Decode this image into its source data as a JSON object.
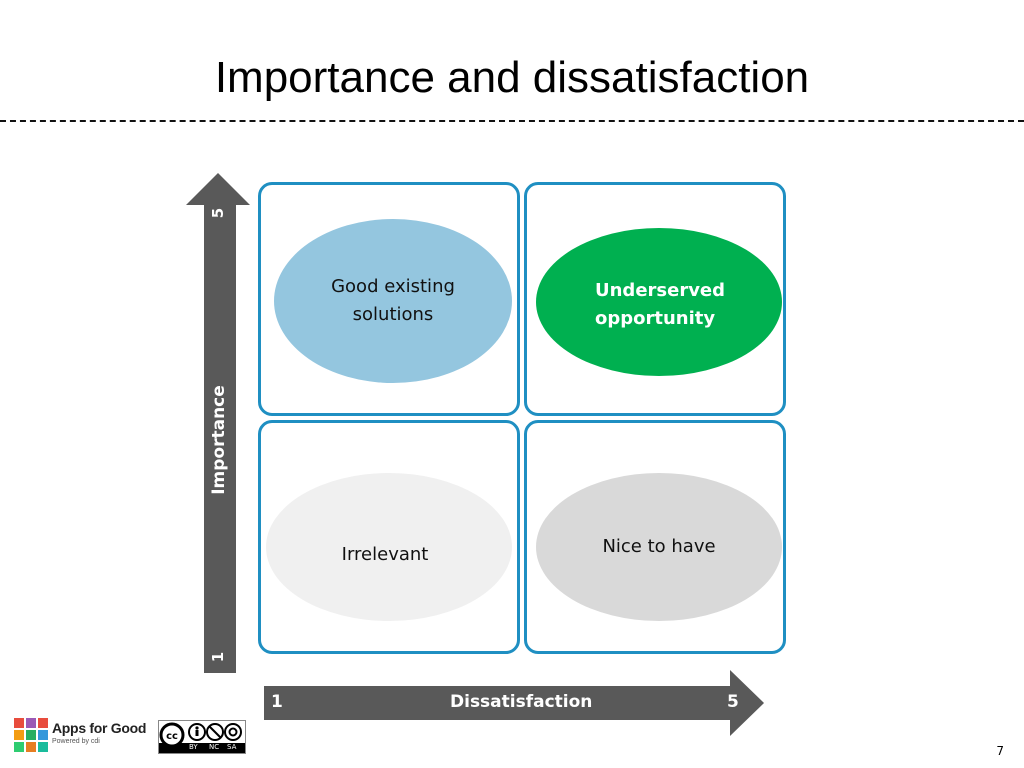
{
  "slide": {
    "title": "Importance and dissatisfaction",
    "page_number": "7"
  },
  "y_axis": {
    "label": "Importance",
    "max": "5",
    "min": "1"
  },
  "x_axis": {
    "label": "Dissatisfaction",
    "min": "1",
    "max": "5"
  },
  "quadrants": {
    "top_left": {
      "label_line1": "Good existing",
      "label_line2": "solutions",
      "color": "#94c6df"
    },
    "top_right": {
      "label_line1": "Underserved",
      "label_line2": "opportunity",
      "color": "#00b050"
    },
    "bottom_left": {
      "label": "Irrelevant",
      "color": "#f0f0f0"
    },
    "bottom_right": {
      "label": "Nice to have",
      "color": "#d9d9d9"
    }
  },
  "footer": {
    "brand": "Apps for Good",
    "powered_by": "Powered by cdi",
    "license": {
      "by": "BY",
      "nc": "NC",
      "sa": "SA"
    }
  },
  "colors": {
    "quad_border": "#1f8fc2",
    "axis_fill": "#595959"
  }
}
